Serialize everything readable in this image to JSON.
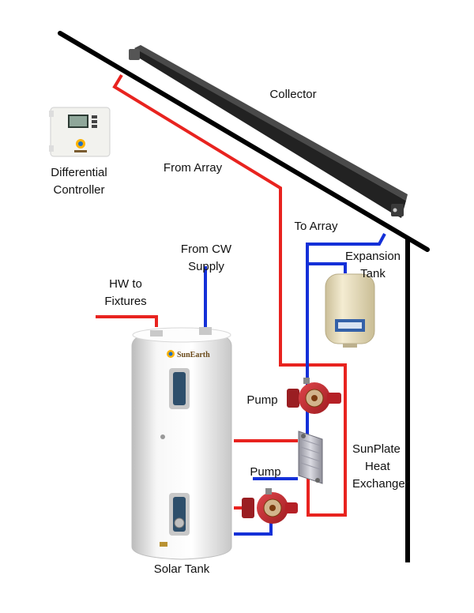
{
  "diagram": {
    "labels": {
      "collector": "Collector",
      "differential_controller": [
        "Differential",
        "Controller"
      ],
      "from_array": "From Array",
      "to_array": "To Array",
      "from_cw_supply": [
        "From CW",
        "Supply"
      ],
      "hw_to_fixtures": [
        "HW to",
        "Fixtures"
      ],
      "expansion_tank": [
        "Expansion",
        "Tank"
      ],
      "pump_upper": "Pump",
      "pump_lower": "Pump",
      "heat_exchanger": [
        "SunPlate",
        "Heat",
        "Exchanger"
      ],
      "solar_tank": "Solar Tank"
    },
    "tank_brand": "SunEarth"
  },
  "colors": {
    "hot_line": "#e8231f",
    "cold_line": "#1430d8",
    "roof_line": "#000000",
    "collector_body": "#2e2e2e",
    "tank_body": "#f2f2f2",
    "expansion_tank": "#efe6c8",
    "pump_red": "#c8262c"
  },
  "icons": [
    "controller-icon",
    "pump-icon",
    "heat-exchanger-icon",
    "expansion-tank-icon",
    "solar-tank-icon"
  ]
}
